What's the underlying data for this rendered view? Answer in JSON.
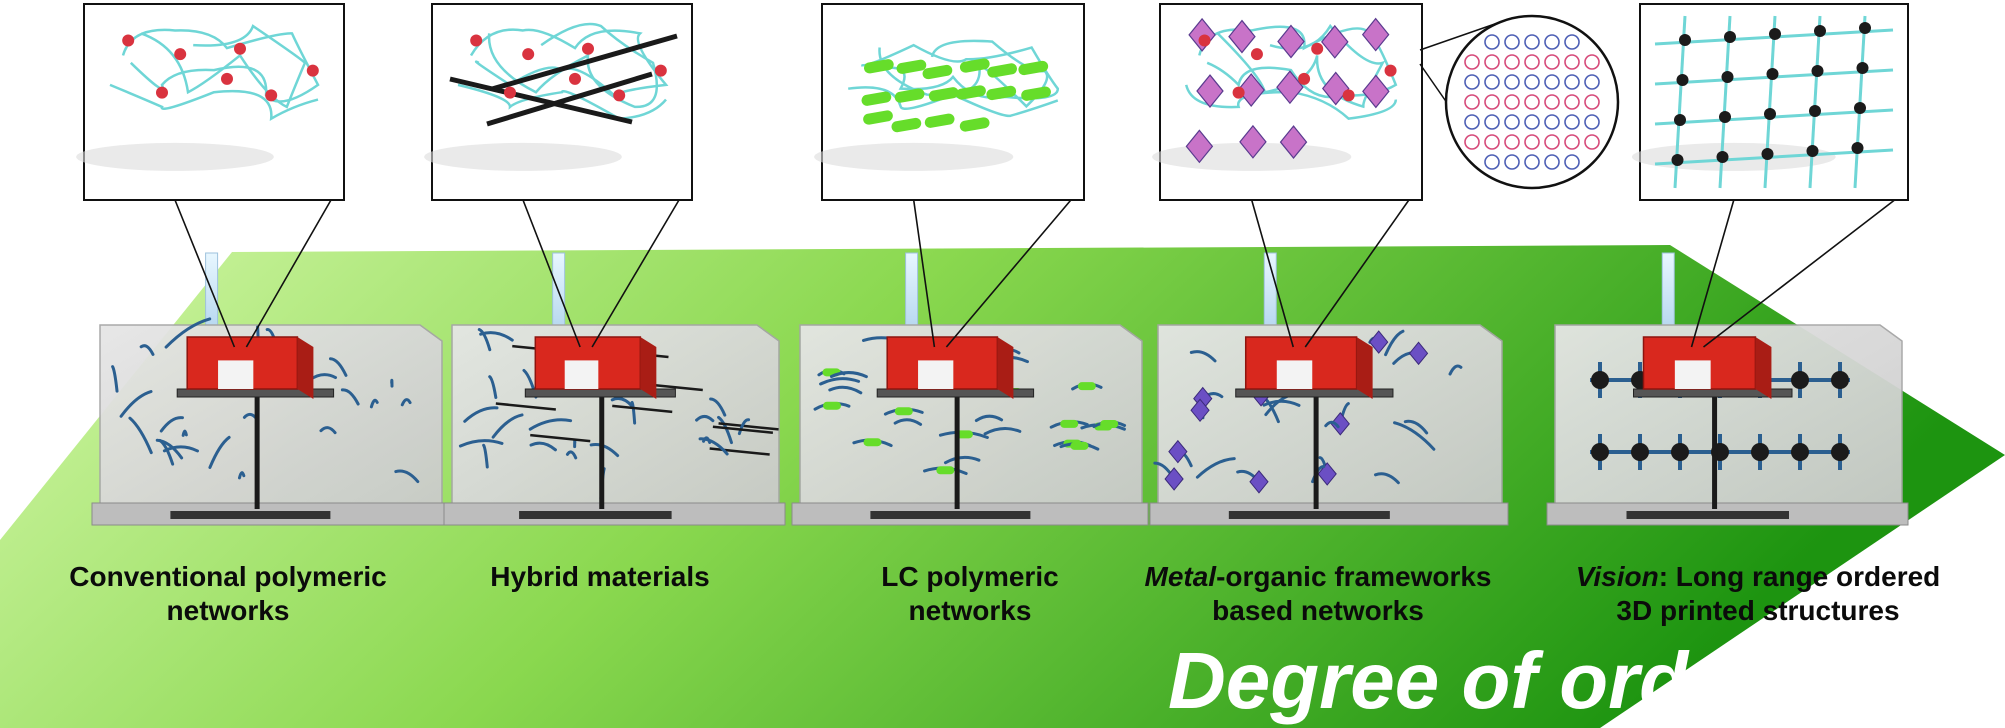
{
  "panels": [
    {
      "id": "conventional",
      "caption_lines": [
        "Conventional polymeric",
        "networks"
      ],
      "emph": ""
    },
    {
      "id": "hybrid",
      "caption_lines": [
        "Hybrid materials"
      ],
      "emph": ""
    },
    {
      "id": "lc",
      "caption_lines": [
        "LC polymeric",
        "networks"
      ],
      "emph": ""
    },
    {
      "id": "mof",
      "caption_lines": [
        "-organic frameworks",
        "based networks"
      ],
      "emph": "Metal"
    },
    {
      "id": "vision",
      "caption_lines": [
        ": Long range ordered",
        "3D printed structures"
      ],
      "emph": "Vision"
    }
  ],
  "arrow": {
    "label": "Degree of order"
  },
  "colors": {
    "arrow_light": "#c8f59a",
    "arrow_dark": "#1f9a12",
    "polymer_strand": "#6fd6d6",
    "crosslink_node": "#d9333f",
    "filler_rod": "#1a1a1a",
    "lc_mesogen": "#66dd2a",
    "mof_octahedron": "#c873c8",
    "printed_object": "#d9281e",
    "vat_glass": "#d7d7d7",
    "blue_chain": "#2b5f90"
  }
}
